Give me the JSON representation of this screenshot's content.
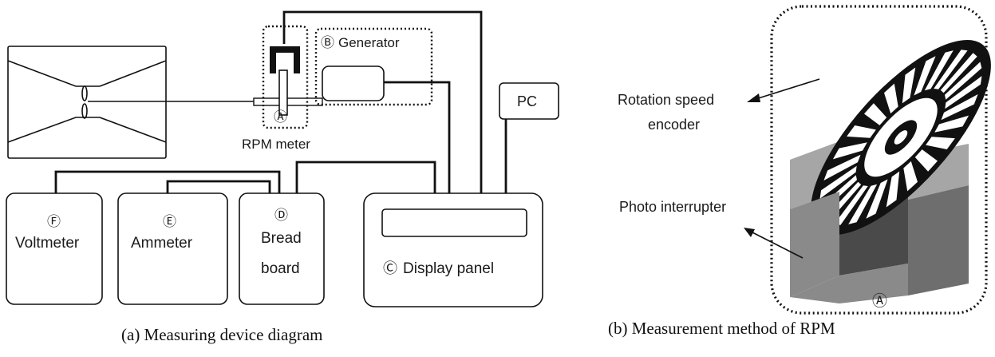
{
  "diagram_a": {
    "caption": "(a) Measuring device diagram",
    "markers": {
      "A": "Ⓐ",
      "B": "Ⓑ",
      "C": "Ⓒ",
      "D": "Ⓓ",
      "E": "Ⓔ",
      "F": "Ⓕ"
    },
    "labels": {
      "generator": "Generator",
      "rpm_meter": "RPM  meter",
      "pc": "PC",
      "voltmeter": "Voltmeter",
      "ammeter": "Ammeter",
      "breadboard_line1": "Bread",
      "breadboard_line2": "board",
      "display_panel": "Display panel"
    }
  },
  "diagram_b": {
    "caption": "(b) Measurement method of RPM",
    "labels": {
      "encoder_line1": "Rotation  speed",
      "encoder_line2": "encoder",
      "photo_interrupter": "Photo  interrupter",
      "marker_a": "Ⓐ"
    }
  },
  "colors": {
    "line": "#111111",
    "block_front": "#8a8a8a",
    "block_top": "#a6a6a6",
    "block_side": "#6e6e6e",
    "block_inner": "#4a4a4a",
    "disk": "#111111",
    "slot": "#ffffff"
  }
}
